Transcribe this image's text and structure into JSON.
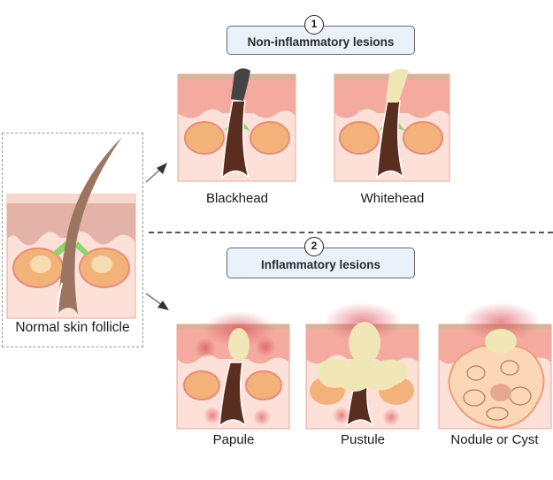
{
  "figure": {
    "normal": {
      "label": "Normal skin follicle"
    },
    "non_inflammatory": {
      "stage_number": "1",
      "title": "Non-inflammatory lesions",
      "lesions": [
        {
          "label": "Blackhead"
        },
        {
          "label": "Whitehead"
        }
      ]
    },
    "inflammatory": {
      "stage_number": "2",
      "title": "Inflammatory lesions",
      "lesions": [
        {
          "label": "Papule"
        },
        {
          "label": "Pustule"
        },
        {
          "label": "Nodule or Cyst"
        }
      ]
    },
    "colors": {
      "stratum": "#d9b39c",
      "epidermis": "#f5aaa0",
      "dermis": "#fde0d8",
      "hair": "#5a2e1f",
      "normal_hair": "#9b7560",
      "gland": "#f2b27a",
      "plug_black": "#444444",
      "plug_white": "#f1e6b6",
      "inflammation": "#d9424f",
      "stage_box": "#eaf1fb"
    }
  }
}
